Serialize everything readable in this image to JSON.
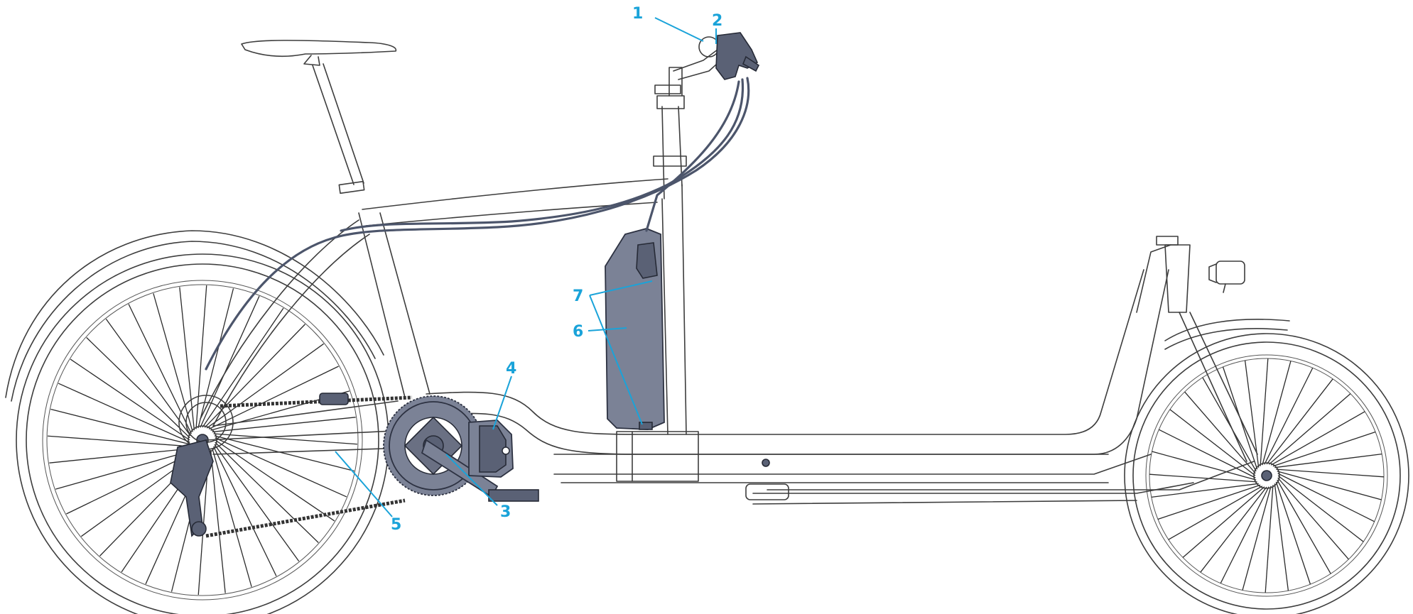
{
  "diagram": {
    "callouts": [
      {
        "id": "1",
        "label": "1"
      },
      {
        "id": "2",
        "label": "2"
      },
      {
        "id": "3",
        "label": "3"
      },
      {
        "id": "4",
        "label": "4"
      },
      {
        "id": "5",
        "label": "5"
      },
      {
        "id": "6",
        "label": "6"
      },
      {
        "id": "7",
        "label": "7"
      }
    ],
    "colors": {
      "callout": "#1aa3d9",
      "line_art": "#3d3d3d",
      "highlight_part": "#7b8296"
    }
  }
}
